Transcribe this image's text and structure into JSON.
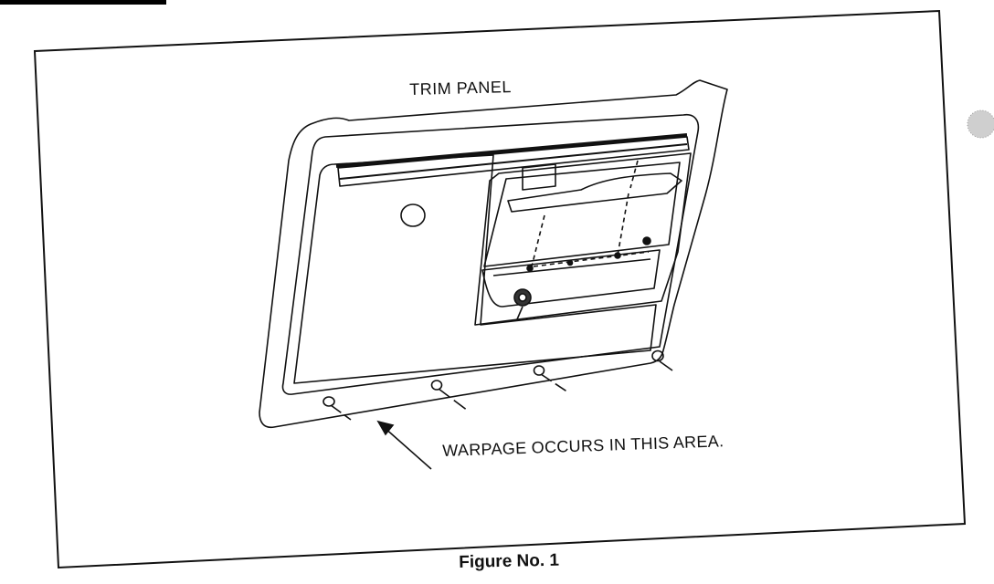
{
  "labels": {
    "trim_panel": "TRIM PANEL",
    "warpage_note": "WARPAGE OCCURS IN THIS AREA.",
    "caption": "Figure No. 1"
  },
  "colors": {
    "ink": "#111111",
    "paper": "#ffffff"
  }
}
